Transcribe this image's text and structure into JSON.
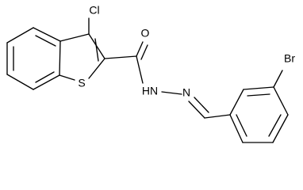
{
  "molecule": {
    "atom_labels": {
      "chlorine": "Cl",
      "sulfur": "S",
      "oxygen": "O",
      "hydrazide_nh": "HN",
      "imine_n": "N",
      "bromine": "Br"
    }
  }
}
